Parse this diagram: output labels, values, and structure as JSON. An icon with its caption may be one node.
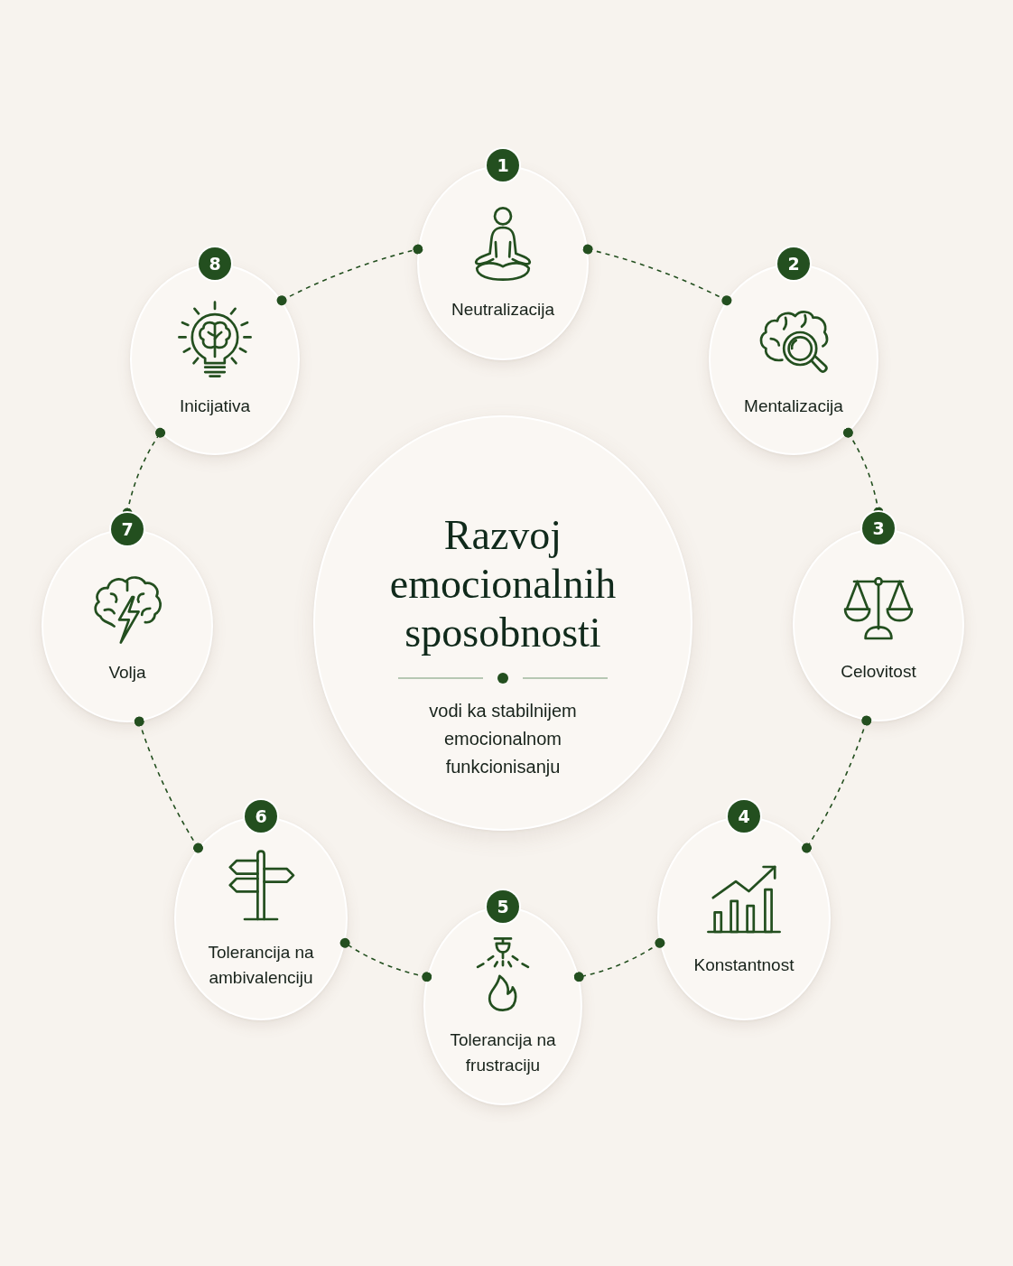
{
  "diagram": {
    "nodes": [
      {
        "text": [
          "1",
          "Neutralizacija"
        ]
      },
      {
        "text": [
          "2",
          "Mentalizacija"
        ]
      },
      {
        "text": [
          "3",
          "Celovitost"
        ]
      },
      {
        "text": [
          "4",
          "Konstantnost"
        ]
      },
      {
        "text": [
          "5",
          "Tolerancija na frustraciju"
        ]
      },
      {
        "text": [
          "6",
          "Tolerancija na ambivalenciju"
        ]
      },
      {
        "text": [
          "7",
          "Volja"
        ]
      },
      {
        "text": [
          "8",
          "Inicijativa"
        ]
      },
      {
        "text": [
          "Razvoj emocionalnih sposobnosti",
          "vodi ka stabilnijem emocionalnom funkcionisanju"
        ]
      }
    ],
    "edges": [
      {
        "from": 0,
        "to": 1,
        "arrow": "other",
        "style": "dashed"
      },
      {
        "from": 1,
        "to": 2,
        "arrow": "other",
        "style": "dashed"
      },
      {
        "from": 2,
        "to": 3,
        "arrow": "other",
        "style": "dashed"
      },
      {
        "from": 3,
        "to": 4,
        "arrow": "other",
        "style": "dashed"
      },
      {
        "from": 4,
        "to": 5,
        "arrow": "other",
        "style": "dashed"
      },
      {
        "from": 5,
        "to": 6,
        "arrow": "other",
        "style": "dashed"
      },
      {
        "from": 6,
        "to": 7,
        "arrow": "other",
        "style": "dashed"
      },
      {
        "from": 7,
        "to": 0,
        "arrow": "other",
        "style": "dashed"
      }
    ]
  }
}
